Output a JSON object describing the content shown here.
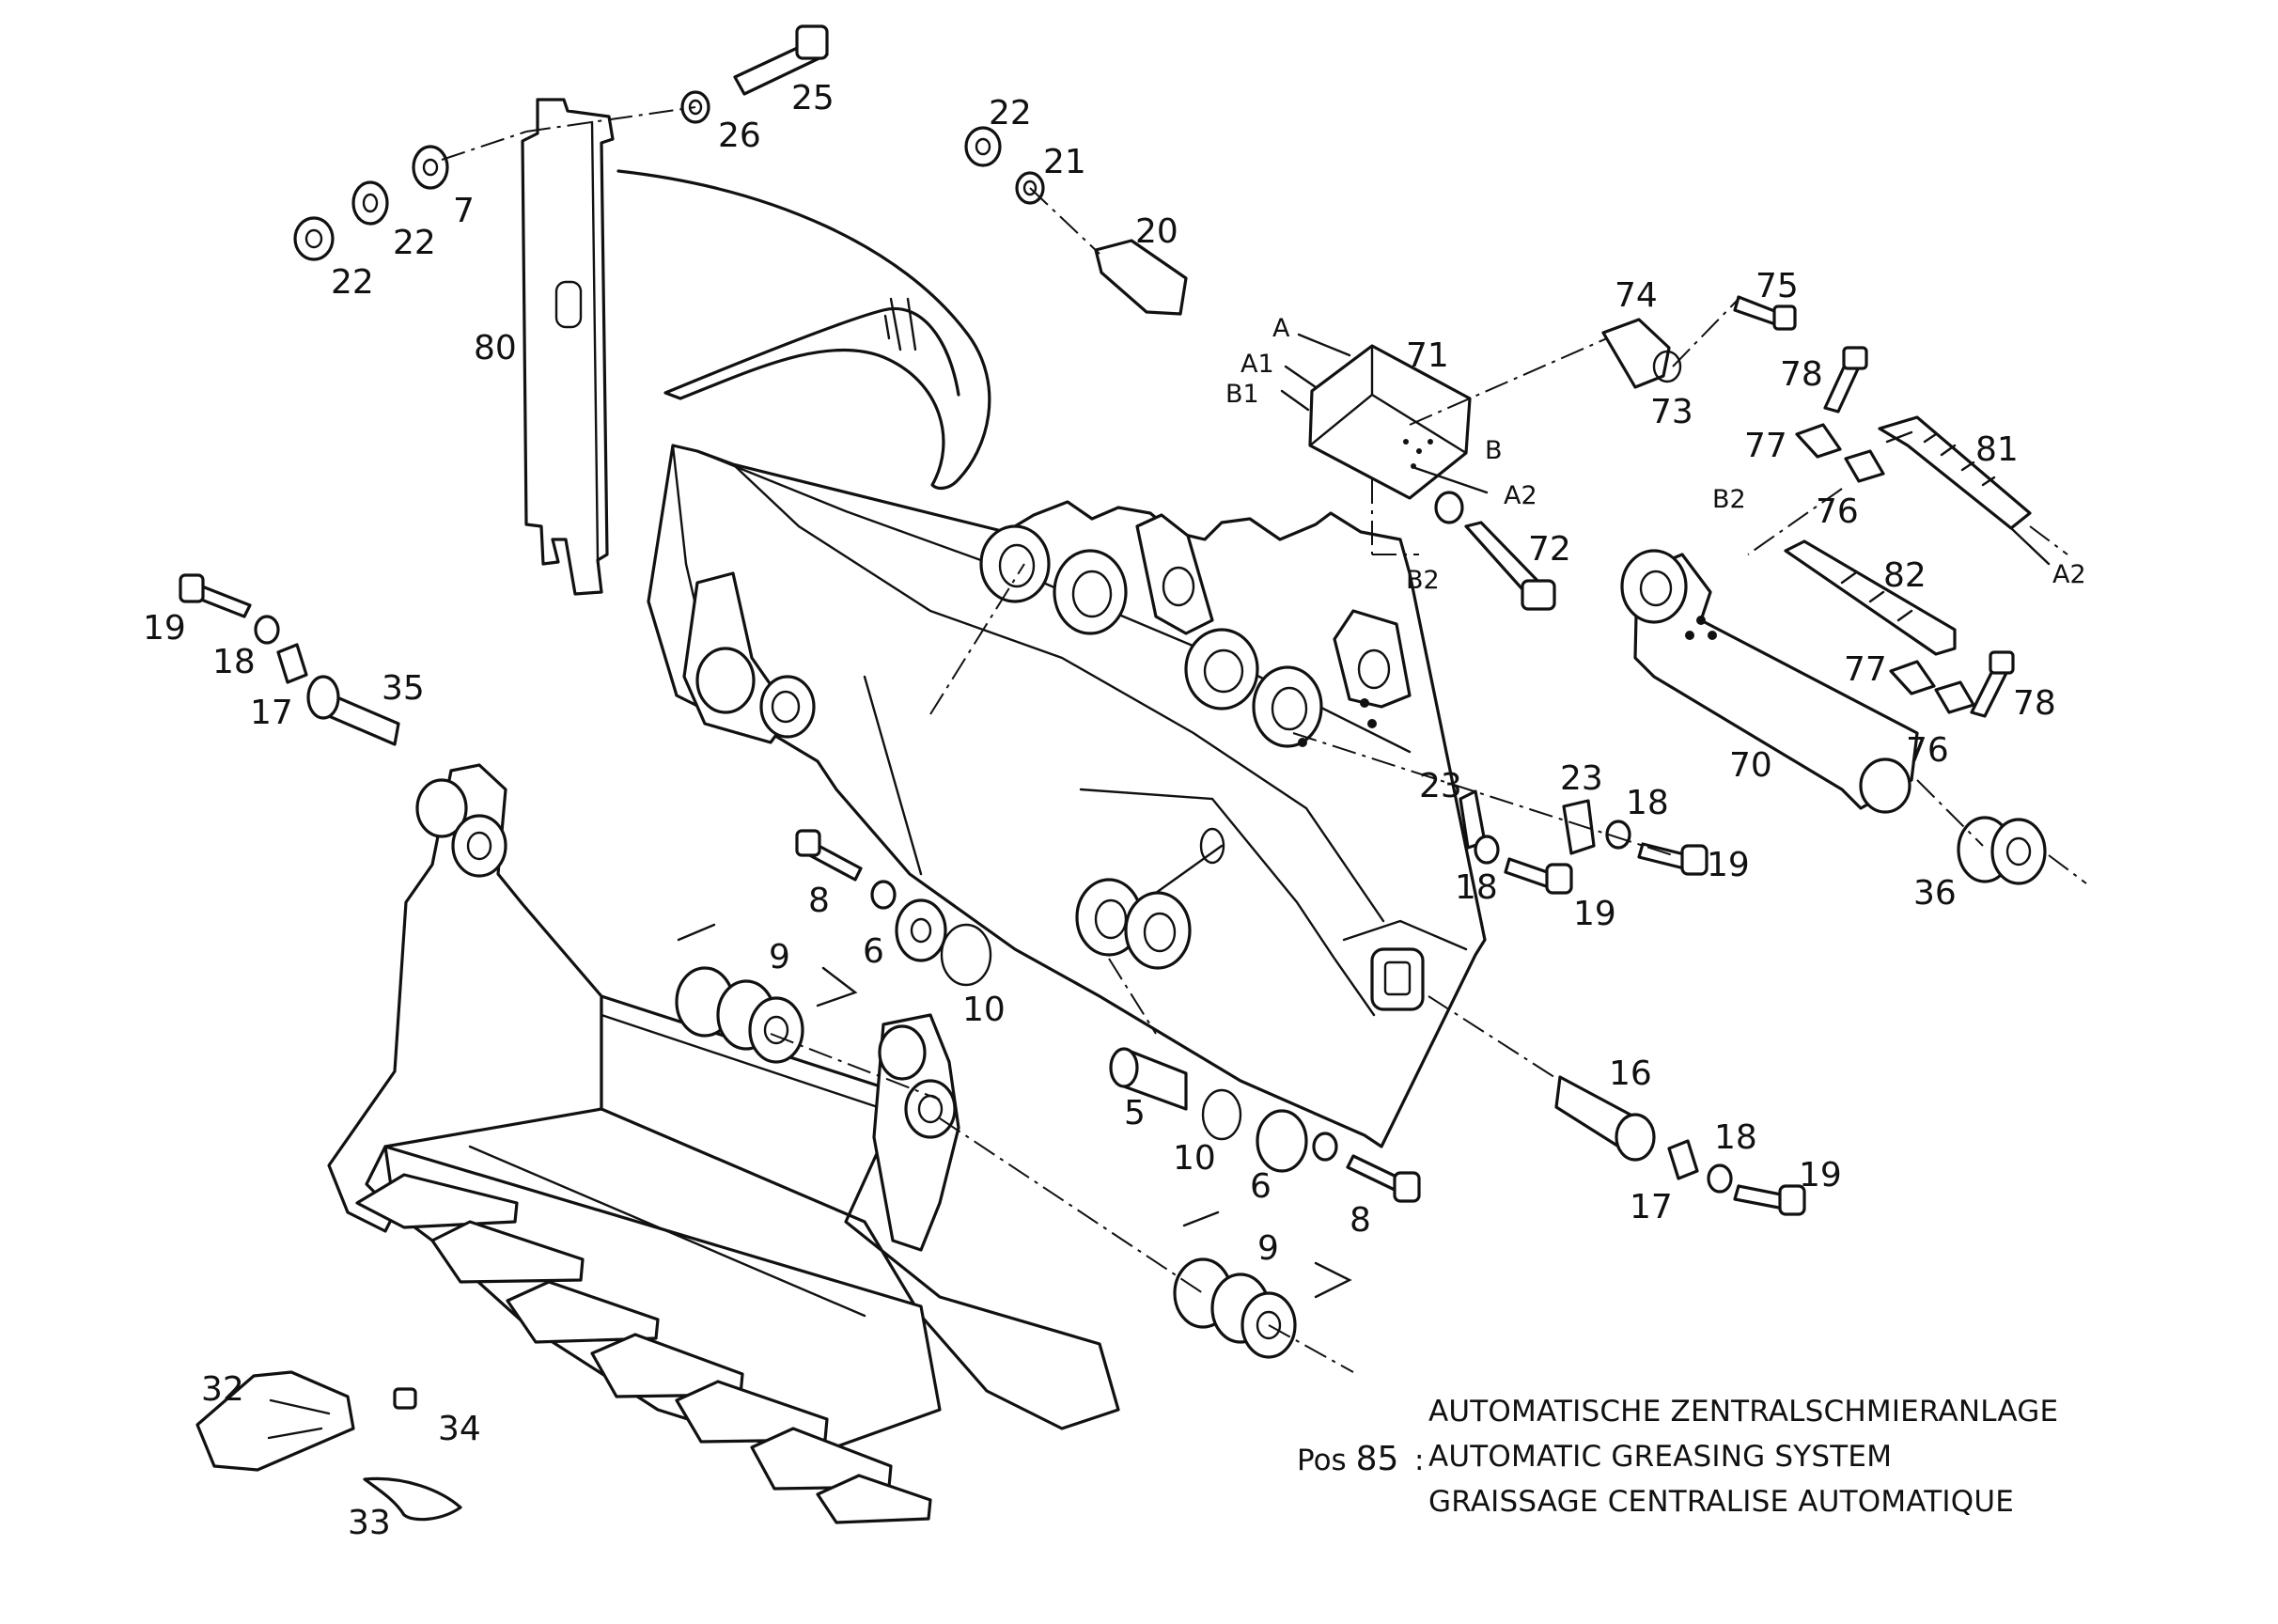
{
  "diagram": {
    "callouts": [
      {
        "id": "c25",
        "label": "25"
      },
      {
        "id": "c26",
        "label": "26"
      },
      {
        "id": "c7",
        "label": "7"
      },
      {
        "id": "c22a",
        "label": "22"
      },
      {
        "id": "c22b",
        "label": "22"
      },
      {
        "id": "c80",
        "label": "80"
      },
      {
        "id": "c22c",
        "label": "22"
      },
      {
        "id": "c21",
        "label": "21"
      },
      {
        "id": "c20",
        "label": "20"
      },
      {
        "id": "c71",
        "label": "71"
      },
      {
        "id": "c74",
        "label": "74"
      },
      {
        "id": "c75",
        "label": "75"
      },
      {
        "id": "c73",
        "label": "73"
      },
      {
        "id": "c78a",
        "label": "78"
      },
      {
        "id": "c77a",
        "label": "77"
      },
      {
        "id": "c81",
        "label": "81"
      },
      {
        "id": "c76a",
        "label": "76"
      },
      {
        "id": "c72",
        "label": "72"
      },
      {
        "id": "c82",
        "label": "82"
      },
      {
        "id": "c77b",
        "label": "77"
      },
      {
        "id": "c78b",
        "label": "78"
      },
      {
        "id": "c70",
        "label": "70"
      },
      {
        "id": "c76b",
        "label": "76"
      },
      {
        "id": "c36",
        "label": "36"
      },
      {
        "id": "c19a",
        "label": "19"
      },
      {
        "id": "c18a",
        "label": "18"
      },
      {
        "id": "c17a",
        "label": "17"
      },
      {
        "id": "c35",
        "label": "35"
      },
      {
        "id": "c23a",
        "label": "23"
      },
      {
        "id": "c23b",
        "label": "23"
      },
      {
        "id": "c18b",
        "label": "18"
      },
      {
        "id": "c18c",
        "label": "18"
      },
      {
        "id": "c19b",
        "label": "19"
      },
      {
        "id": "c19c",
        "label": "19"
      },
      {
        "id": "c8a",
        "label": "8"
      },
      {
        "id": "c6a",
        "label": "6"
      },
      {
        "id": "c9a",
        "label": "9"
      },
      {
        "id": "c10a",
        "label": "10"
      },
      {
        "id": "c16",
        "label": "16"
      },
      {
        "id": "c5",
        "label": "5"
      },
      {
        "id": "c10b",
        "label": "10"
      },
      {
        "id": "c6b",
        "label": "6"
      },
      {
        "id": "c8b",
        "label": "8"
      },
      {
        "id": "c18d",
        "label": "18"
      },
      {
        "id": "c19d",
        "label": "19"
      },
      {
        "id": "c17b",
        "label": "17"
      },
      {
        "id": "c9b",
        "label": "9"
      },
      {
        "id": "c32",
        "label": "32"
      },
      {
        "id": "c34",
        "label": "34"
      },
      {
        "id": "c33",
        "label": "33"
      }
    ],
    "ports": [
      {
        "id": "pA",
        "label": "A"
      },
      {
        "id": "pA1",
        "label": "A1"
      },
      {
        "id": "pB1",
        "label": "B1"
      },
      {
        "id": "pB",
        "label": "B"
      },
      {
        "id": "pA2a",
        "label": "A2"
      },
      {
        "id": "pB2a",
        "label": "B2"
      },
      {
        "id": "pB2b",
        "label": "B2"
      },
      {
        "id": "pA2b",
        "label": "A2"
      }
    ]
  },
  "legend": {
    "pos_prefix": "Pos",
    "pos_number": "85",
    "separator": ":",
    "line_de": "AUTOMATISCHE  ZENTRALSCHMIERANLAGE",
    "line_en": "AUTOMATIC GREASING SYSTEM",
    "line_fr": "GRAISSAGE CENTRALISE  AUTOMATIQUE"
  }
}
